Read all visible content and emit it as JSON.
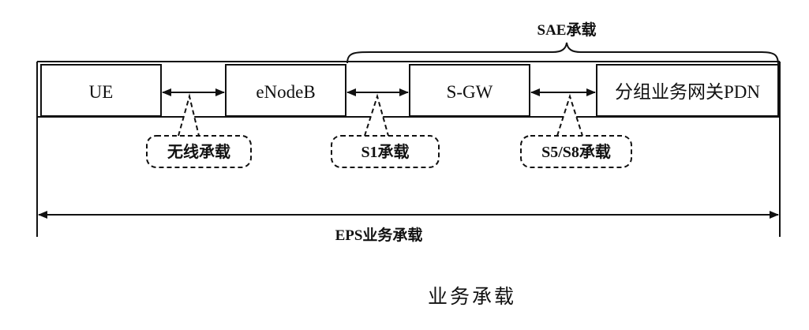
{
  "nodes": {
    "ue": "UE",
    "enodeb": "eNodeB",
    "sgw": "S-GW",
    "pdn_gw": "分组业务网关PDN"
  },
  "bearers": {
    "radio": "无线承载",
    "s1": "S1承载",
    "s5_s8": "S5/S8承载"
  },
  "sae_bearer": "SAE承载",
  "eps_bearer": "EPS业务承载",
  "caption": "业务承载",
  "colors": {
    "line": "#111111",
    "background": "#ffffff"
  }
}
